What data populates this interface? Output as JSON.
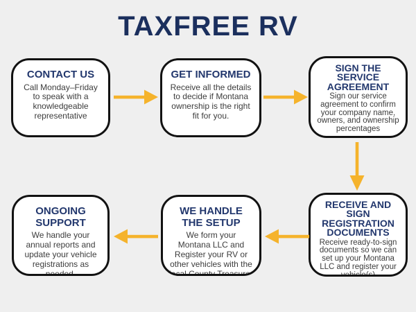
{
  "title": "TAXFREE RV",
  "colors": {
    "background": "#EFEFEF",
    "box_bg": "#FFFFFF",
    "box_border": "#121212",
    "title": "#1B2F5D",
    "heading": "#22376D",
    "body": "#3C3C3C",
    "arrow": "#F5B32C"
  },
  "steps": [
    {
      "heading": "CONTACT US",
      "body": "Call Monday–Friday to speak with a knowledgeable representative"
    },
    {
      "heading": "GET INFORMED",
      "body": "Receive all the details to decide if Montana ownership is the right fit for you."
    },
    {
      "heading": "SIGN THE SERVICE AGREEMENT",
      "body": "Sign our service agreement to confirm your company name, owners, and ownership percentages"
    },
    {
      "heading": "RECEIVE AND SIGN REGISTRATION DOCUMENTS",
      "body": "Receive ready-to-sign documents so we can set up your Montana LLC and register your vehicle(s)"
    },
    {
      "heading": "WE HANDLE THE SETUP",
      "body": "We form your Montana LLC and Register your RV or other vehicles with the local County Treasurer"
    },
    {
      "heading": "ONGOING SUPPORT",
      "body": "We handle your annual reports and update your vehicle registrations as needed."
    }
  ],
  "flow": {
    "direction_top_row": "left-to-right",
    "direction_bottom_row": "right-to-left",
    "connector_count": 5
  }
}
